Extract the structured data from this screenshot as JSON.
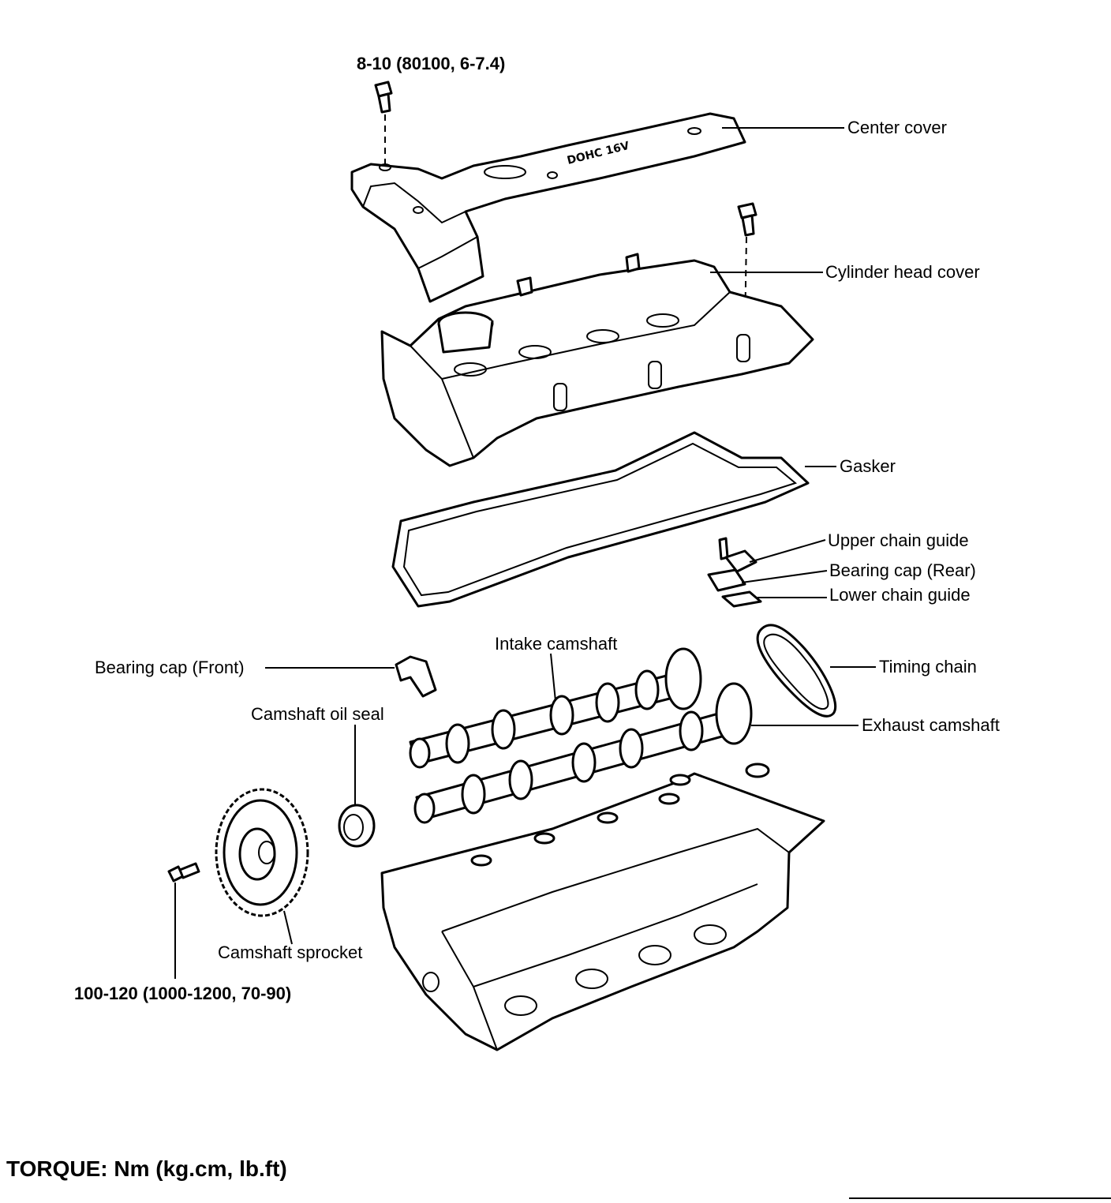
{
  "torque_top": "8-10 (80100, 6-7.4)",
  "torque_bottom": "100-120 (1000-1200, 70-90)",
  "labels": {
    "center_cover": "Center cover",
    "cylinder_head_cover": "Cylinder head cover",
    "gasket": "Gasker",
    "upper_chain_guide": "Upper chain guide",
    "bearing_cap_rear": "Bearing cap (Rear)",
    "lower_chain_guide": "Lower  chain guide",
    "intake_camshaft": "Intake camshaft",
    "bearing_cap_front": "Bearing cap (Front)",
    "timing_chain": "Timing chain",
    "camshaft_oil_seal": "Camshaft oil seal",
    "exhaust_camshaft": "Exhaust camshaft",
    "camshaft_sprocket": "Camshaft sprocket"
  },
  "cover_marking": "DOHC 16V",
  "footer": "TORQUE: Nm (kg.cm, lb.ft)"
}
